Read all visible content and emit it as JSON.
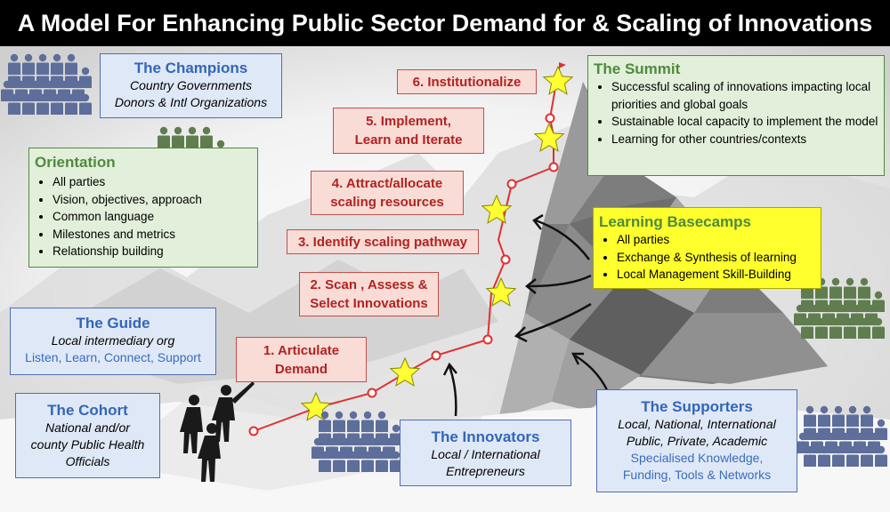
{
  "title": "A Model For Enhancing Public Sector Demand for & Scaling of Innovations",
  "champions": {
    "title": "The Champions",
    "lines": [
      "Country Governments",
      "Donors & Intl Organizations"
    ]
  },
  "orientation": {
    "title": "Orientation",
    "items": [
      "All parties",
      "Vision, objectives, approach",
      "Common language",
      "Milestones and metrics",
      "Relationship building"
    ]
  },
  "guide": {
    "title": "The Guide",
    "subtitle": "Local intermediary org",
    "detail": "Listen, Learn, Connect, Support"
  },
  "cohort": {
    "title": "The Cohort",
    "lines": [
      "National and/or",
      "county Public Health",
      "Officials"
    ]
  },
  "innovators": {
    "title": "The Innovators",
    "lines": [
      "Local / International",
      "Entrepreneurs"
    ]
  },
  "supporters": {
    "title": "The Supporters",
    "lines": [
      "Local, National, International",
      "Public, Private, Academic"
    ],
    "detail": [
      "Specialised Knowledge,",
      "Funding, Tools & Networks"
    ]
  },
  "summit": {
    "title": "The Summit",
    "items": [
      "Successful scaling of innovations impacting local priorities and global goals",
      "Sustainable local capacity to implement the model",
      "Learning for other countries/contexts"
    ]
  },
  "basecamps": {
    "title": "Learning Basecamps",
    "items": [
      "All parties",
      "Exchange & Synthesis of learning",
      "Local Management Skill-Building"
    ]
  },
  "steps": [
    {
      "label": "1. Articulate\nDemand"
    },
    {
      "label": "2. Scan , Assess &\nSelect Innovations"
    },
    {
      "label": "3. Identify scaling pathway"
    },
    {
      "label": "4. Attract/allocate\nscaling resources"
    },
    {
      "label": "5. Implement,\nLearn and Iterate"
    },
    {
      "label": "6. Institutionalize"
    }
  ],
  "colors": {
    "title_bg": "#000000",
    "step_fill": "#f8dcd5",
    "step_text": "#b22222",
    "path": "#e03030",
    "star": "#ffff33",
    "blue_text": "#3366b8",
    "green_text": "#4f8a3c",
    "basecamp_fill": "#ffff2e"
  }
}
